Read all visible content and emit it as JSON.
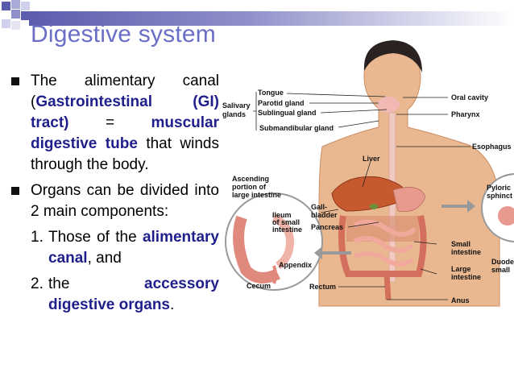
{
  "slide": {
    "title": "Digestive system",
    "bullets": [
      {
        "parts": [
          {
            "text": "The alimentary canal (",
            "hl": false
          },
          {
            "text": "Gastrointestinal (GI) tract) ",
            "hl": true
          },
          {
            "text": "= ",
            "hl": false
          },
          {
            "text": "muscular digestive tube ",
            "hl": true
          },
          {
            "text": "that winds through the body.",
            "hl": false
          }
        ]
      },
      {
        "parts": [
          {
            "text": "Organs can be divided into 2 main components:",
            "hl": false
          }
        ]
      }
    ],
    "subitems": [
      {
        "num": "1.",
        "parts": [
          {
            "text": "Those of the ",
            "hl": false
          },
          {
            "text": "alimentary canal",
            "hl": true
          },
          {
            "text": ", and",
            "hl": false
          }
        ]
      },
      {
        "num": "2.",
        "parts": [
          {
            "text": "the ",
            "hl": false
          },
          {
            "text": "accessory digestive organs",
            "hl": true
          },
          {
            "text": ".",
            "hl": false
          }
        ]
      }
    ]
  },
  "figure": {
    "labels": {
      "tongue": "Tongue",
      "parotid": "Parotid gland",
      "sublingual": "Sublingual gland",
      "salivary_1": "Salivary",
      "salivary_2": "glands",
      "submandibular": "Submandibular gland",
      "oral_cavity": "Oral cavity",
      "pharynx": "Pharynx",
      "esophagus": "Esophagus",
      "liver": "Liver",
      "ascending_1": "Ascending",
      "ascending_2": "portion of",
      "ascending_3": "large intestine",
      "gallbladder_1": "Gall-",
      "gallbladder_2": "bladder",
      "pancreas": "Pancreas",
      "ileum_1": "Ileum",
      "ileum_2": "of small",
      "ileum_3": "intestine",
      "appendix": "Appendix",
      "cecum": "Cecum",
      "rectum": "Rectum",
      "anus": "Anus",
      "small_int_1": "Small",
      "small_int_2": "intestine",
      "large_int_1": "Large",
      "large_int_2": "intestine",
      "pyloric_1": "Pyloric",
      "pyloric_2": "sphinct",
      "duode_1": "Duode",
      "duode_2": "small"
    }
  }
}
